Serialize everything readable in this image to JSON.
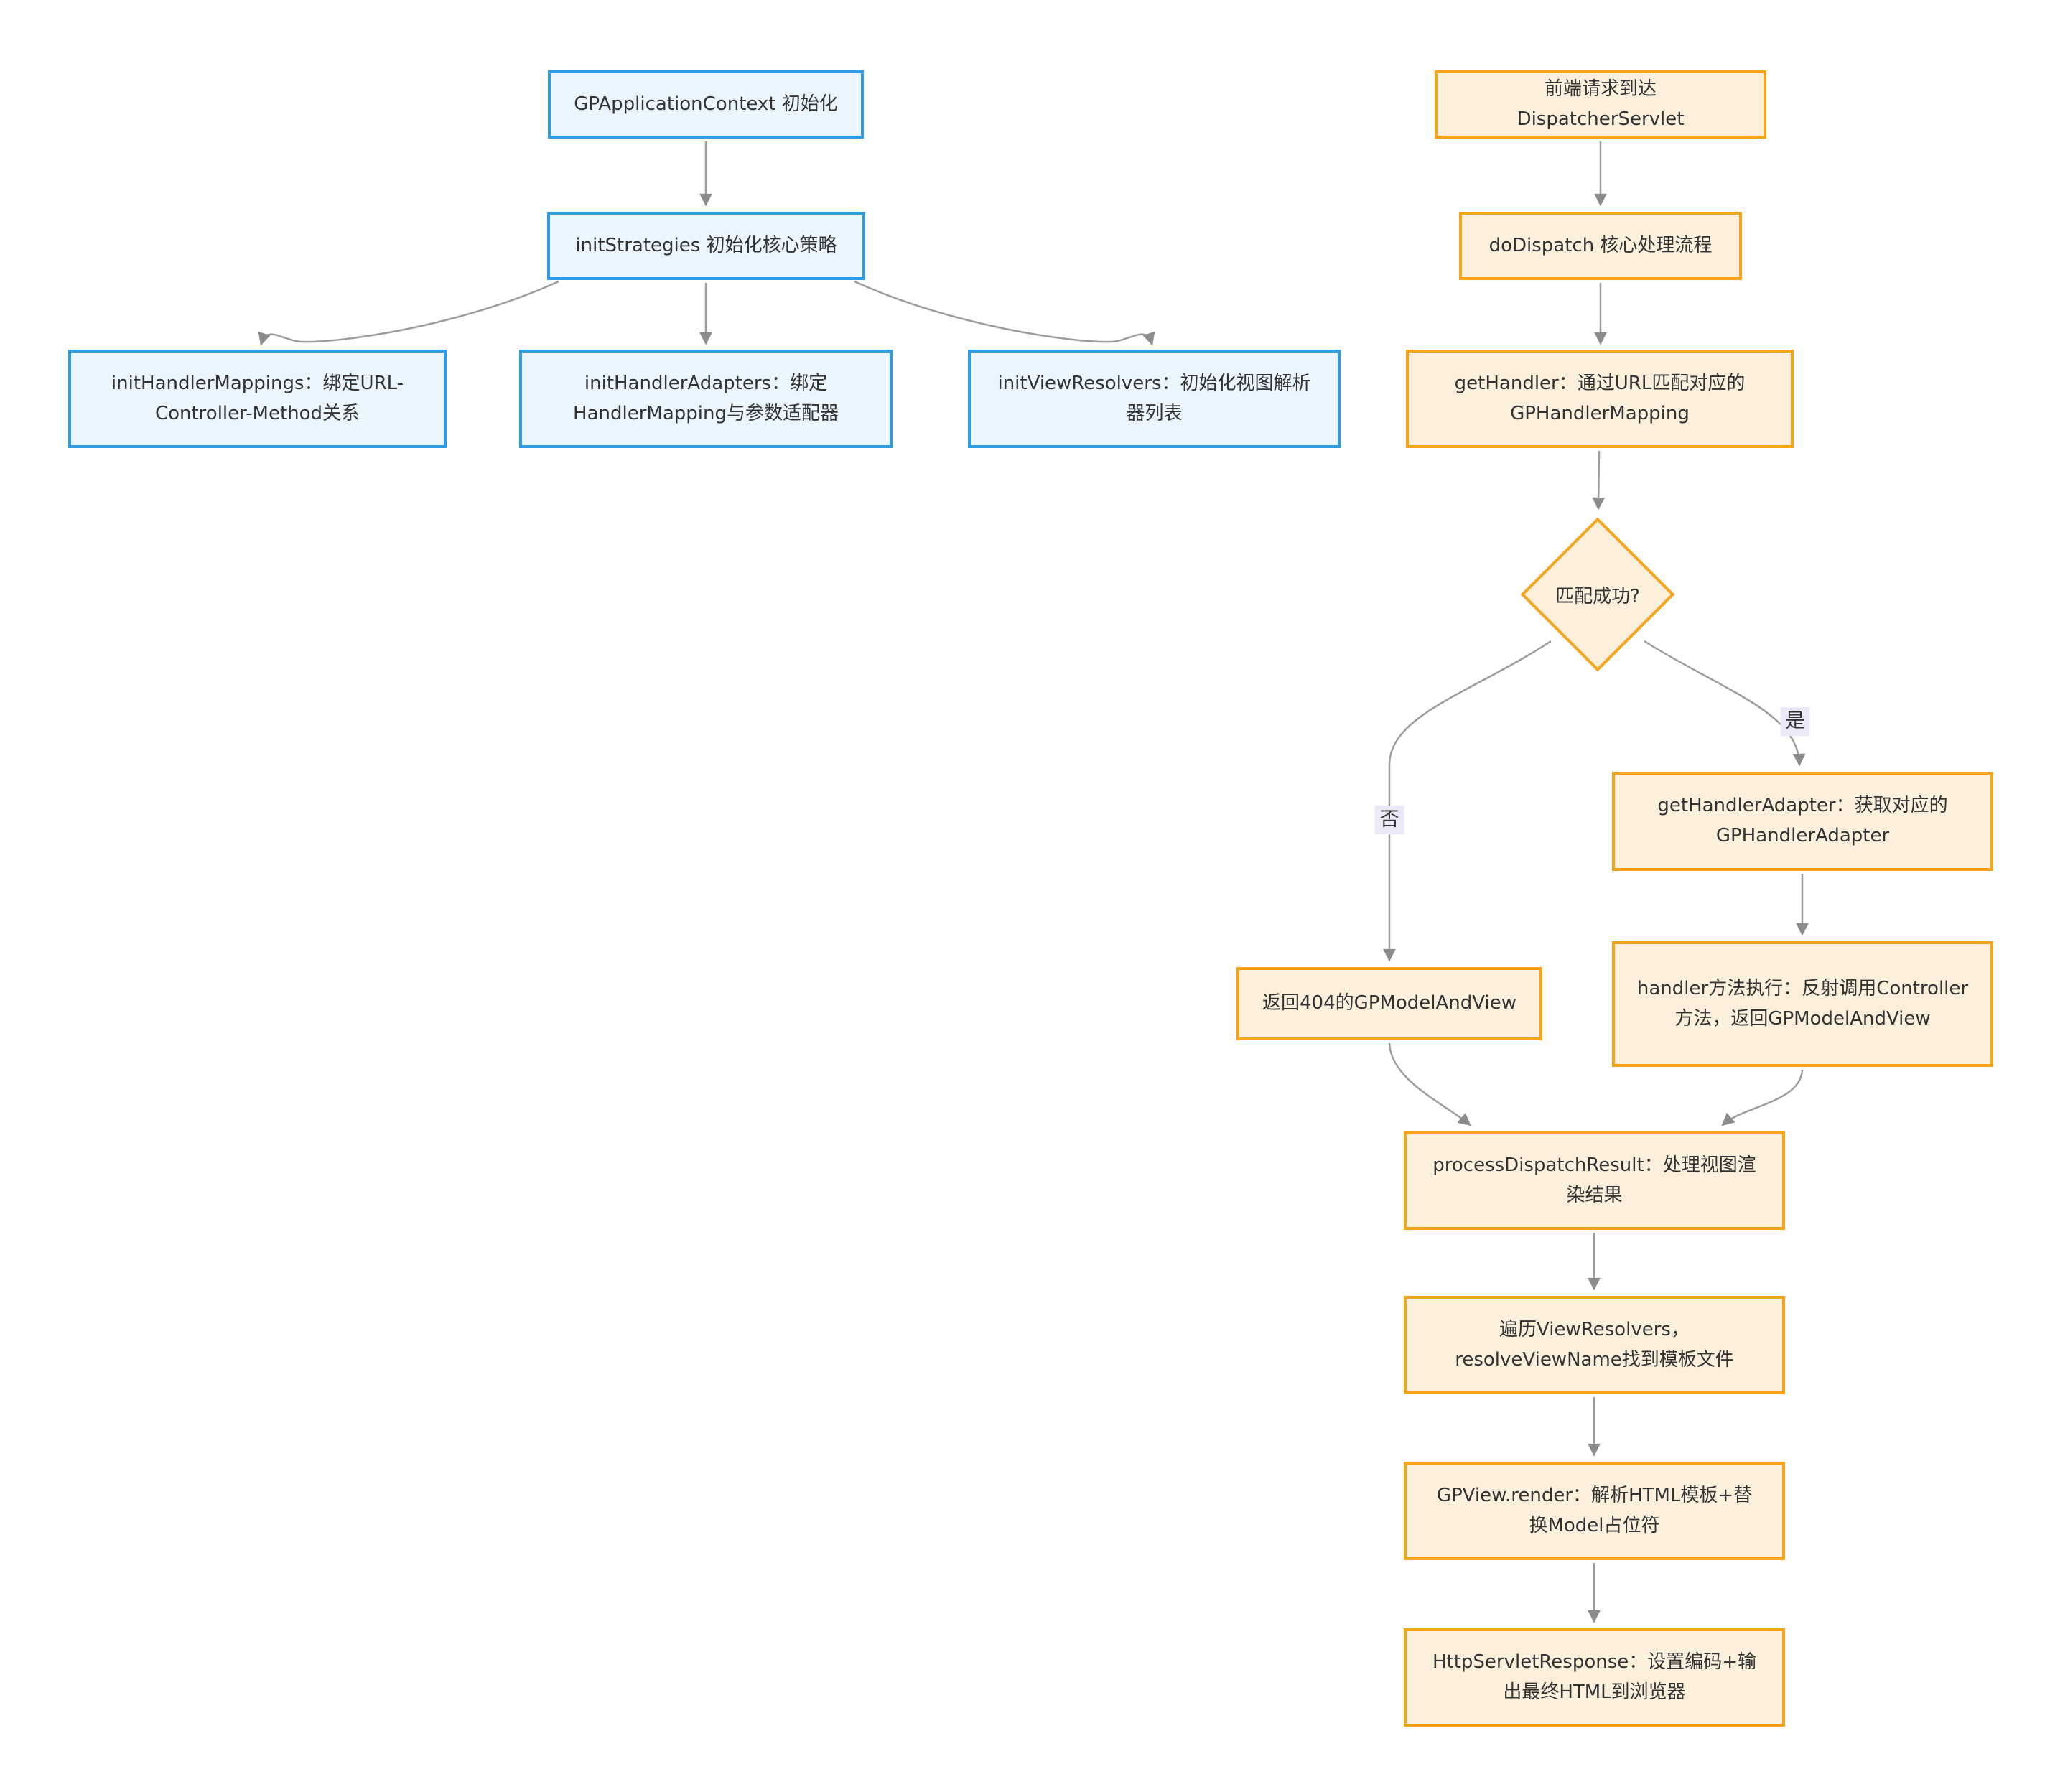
{
  "colors": {
    "background": "#ffffff",
    "text": "#333333",
    "init_node_fill": "#EBF5FD",
    "init_node_border": "#2E9BE5",
    "dispatch_node_fill": "#FCF0DC",
    "dispatch_node_border": "#F7A41B",
    "edge_line": "#9C9C9C",
    "arrowhead": "#8C8C8C",
    "branch_label_bg": "#ECE8F8"
  },
  "init_flow": {
    "nodes": {
      "app_context": "GPApplicationContext 初始化",
      "init_strategies": "initStrategies 初始化核心策略",
      "init_handler_mappings": "initHandlerMappings：绑定URL-Controller-Method关系",
      "init_handler_adapters": "initHandlerAdapters：绑定HandlerMapping与参数适配器",
      "init_view_resolvers": "initViewResolvers：初始化视图解析器列表"
    }
  },
  "dispatch_flow": {
    "nodes": {
      "request_arrives": "前端请求到达 DispatcherServlet",
      "do_dispatch": "doDispatch 核心处理流程",
      "get_handler": "getHandler：通过URL匹配对应的GPHandlerMapping",
      "match_decision": "匹配成功?",
      "get_handler_adapter": "getHandlerAdapter：获取对应的GPHandlerAdapter",
      "handler_invoke": "handler方法执行：反射调用Controller方法，返回GPModelAndView",
      "return_404": "返回404的GPModelAndView",
      "process_dispatch_result": "processDispatchResult：处理视图渲染结果",
      "iterate_view_resolvers": "遍历ViewResolvers，resolveViewName找到模板文件",
      "gpview_render": "GPView.render：解析HTML模板+替换Model占位符",
      "http_response": "HttpServletResponse：设置编码+输出最终HTML到浏览器"
    },
    "branch_labels": {
      "yes": "是",
      "no": "否"
    }
  }
}
